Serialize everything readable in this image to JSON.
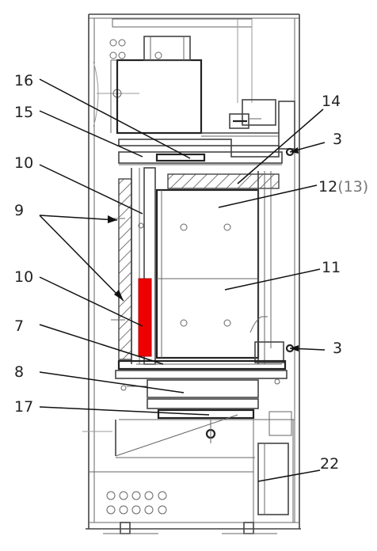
{
  "labels": {
    "l16": "16",
    "l15": "15",
    "l14": "14",
    "l3a": "3",
    "l10a": "10",
    "l12": "12",
    "l12sub": "(13)",
    "l9": "9",
    "l10b": "10",
    "l11": "11",
    "l7": "7",
    "l3b": "3",
    "l8": "8",
    "l17": "17",
    "l22": "22"
  },
  "colors": {
    "highlight": "#ee0000",
    "line": "#444444",
    "background": "#ffffff"
  },
  "highlighted_part": "10"
}
